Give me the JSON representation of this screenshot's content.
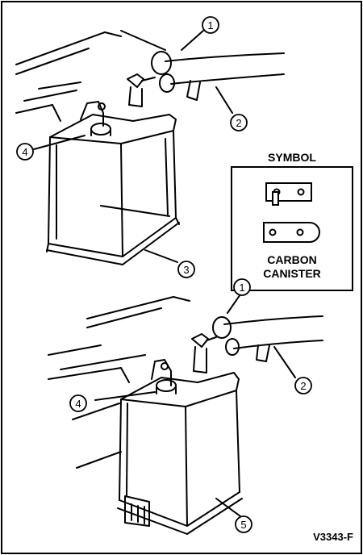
{
  "symbol_box": {
    "title": "SYMBOL",
    "caption_line1": "CARBON",
    "caption_line2": "CANISTER"
  },
  "callouts_top": [
    "1",
    "2",
    "3",
    "4"
  ],
  "callouts_bottom": [
    "1",
    "2",
    "4",
    "5"
  ],
  "figure_id": "V3343-F",
  "colors": {
    "line": "#000000",
    "background": "#ffffff"
  }
}
